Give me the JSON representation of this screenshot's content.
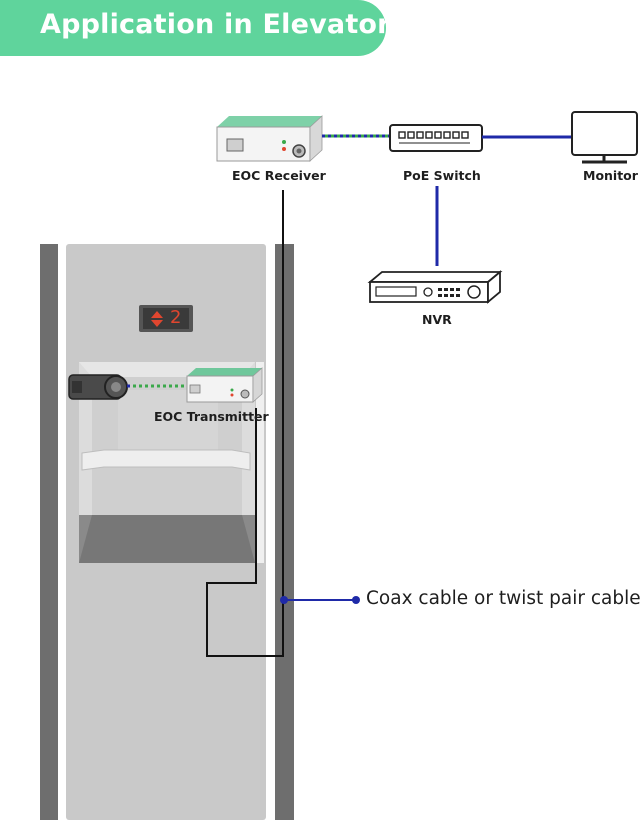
{
  "title": "Application in Elevator",
  "devices": {
    "eoc_receiver": "EOC Receiver",
    "poe_switch": "PoE Switch",
    "monitor": "Monitor",
    "nvr": "NVR",
    "eoc_transmitter": "EOC Transmitter"
  },
  "cable_label": "Coax cable or twist pair cable",
  "floor_indicator": "2",
  "colors": {
    "banner": "#5fd49c",
    "blue_line": "#1f2aa8",
    "dotted_link": "#3aa84a",
    "cable": "#111111"
  }
}
